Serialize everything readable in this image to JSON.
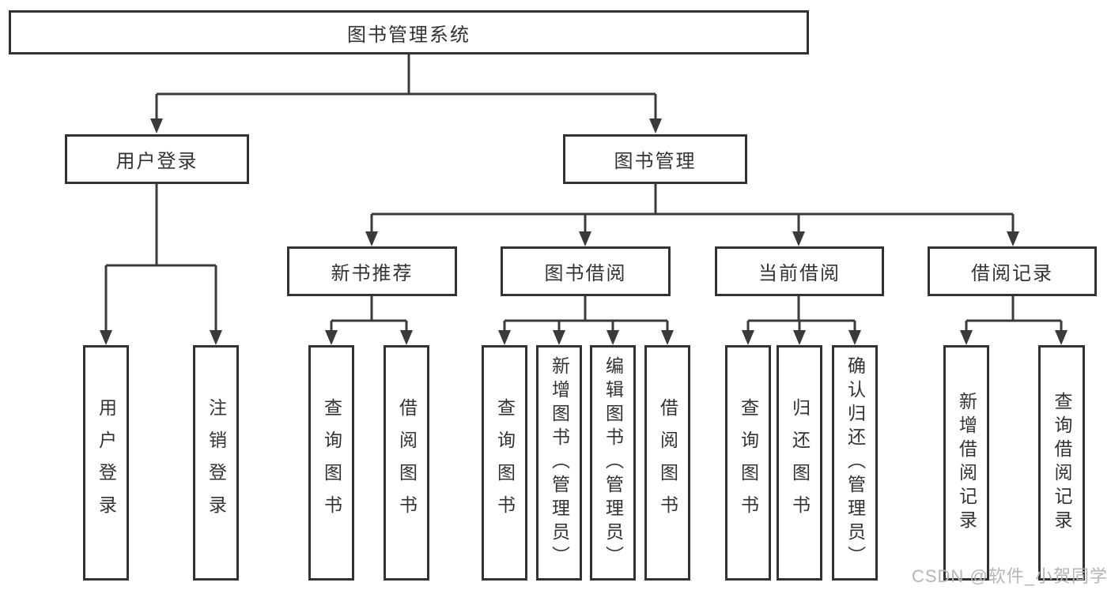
{
  "diagram": {
    "type": "hierarchy-tree",
    "title": "图书管理系统"
  },
  "colors": {
    "background": "#ffffff",
    "line": "#3a3a3a",
    "box_border": "#333333",
    "text": "#333333",
    "watermark": "#b5b5b5"
  },
  "tree": {
    "root": {
      "label": "图书管理系统"
    },
    "branches": [
      {
        "label": "用户登录",
        "children": [
          {
            "label": "用户登录"
          },
          {
            "label": "注销登录"
          }
        ]
      },
      {
        "label": "图书管理",
        "children": [
          {
            "label": "新书推荐",
            "children": [
              {
                "label": "查询图书"
              },
              {
                "label": "借阅图书"
              }
            ]
          },
          {
            "label": "图书借阅",
            "children": [
              {
                "label": "查询图书"
              },
              {
                "label": "新增图书（管理员）"
              },
              {
                "label": "编辑图书（管理员）"
              },
              {
                "label": "借阅图书"
              }
            ]
          },
          {
            "label": "当前借阅",
            "children": [
              {
                "label": "查询图书"
              },
              {
                "label": "归还图书"
              },
              {
                "label": "确认归还（管理员）"
              }
            ]
          },
          {
            "label": "借阅记录",
            "children": [
              {
                "label": "新增借阅记录"
              },
              {
                "label": "查询借阅记录"
              }
            ]
          }
        ]
      }
    ]
  },
  "watermark": "CSDN @软件_小贺同学"
}
